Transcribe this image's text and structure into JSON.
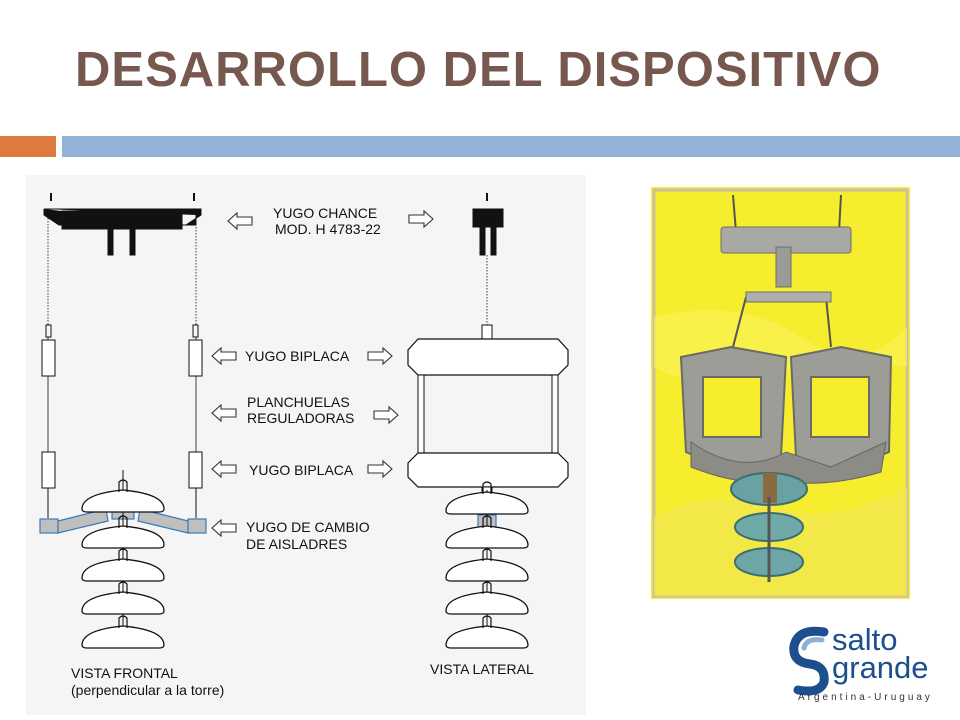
{
  "title": "DESARROLLO DEL DISPOSITIVO",
  "colors": {
    "title": "#76584f",
    "accent_bar": "#dc7a40",
    "main_bar": "#93b4d6",
    "photo_background": "#f4ec36",
    "logo_blue": "#1d4e8d"
  },
  "labels": {
    "yugo_chance_1": "YUGO CHANCE",
    "yugo_chance_2": "MOD. H 4783-22",
    "yugo_biplaca_top": "YUGO BIPLACA",
    "planchuelas_1": "PLANCHUELAS",
    "planchuelas_2": "REGULADORAS",
    "yugo_biplaca_bottom": "YUGO BIPLACA",
    "yugo_cambio_1": "YUGO DE CAMBIO",
    "yugo_cambio_2": "DE AISLADRES",
    "vista_frontal_1": "VISTA FRONTAL",
    "vista_frontal_2": "(perpendicular a la torre)",
    "vista_lateral": "VISTA LATERAL"
  },
  "logo": {
    "line1": "salto",
    "line2": "grande",
    "country": "Argentina-Uruguay",
    "icon": "swirl-logo-icon"
  },
  "photo": {
    "subject": "device-photo"
  }
}
